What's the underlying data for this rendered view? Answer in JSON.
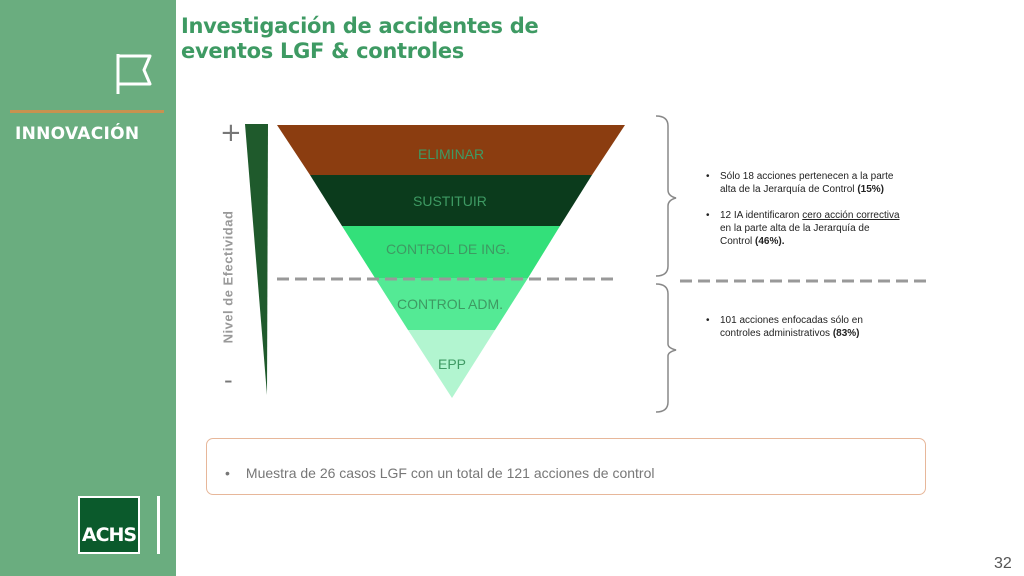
{
  "sidebar": {
    "section_label": "INNOVACIÓN",
    "logo_text": "ACHS",
    "flag_icon": "flag-icon"
  },
  "title": {
    "line1": "Investigación de accidentes de",
    "line2": "eventos LGF & controles"
  },
  "pyramid": {
    "levels": [
      {
        "label": "ELIMINAR",
        "color": "#8b3d10"
      },
      {
        "label": "SUSTITUIR",
        "color": "#0b3b1c"
      },
      {
        "label": "CONTROL DE ING.",
        "color": "#33e07a"
      },
      {
        "label": "CONTROL ADM.",
        "color": "#54ea95"
      },
      {
        "label": "EPP",
        "color": "#b2f5d0"
      }
    ],
    "axis_label": "Nivel de Efectividad",
    "plus": "+",
    "minus": "-"
  },
  "notes": {
    "top": [
      {
        "pre": "Sólo 18 acciones pertenecen a la parte alta de la Jerarquía de Control ",
        "bold": "(15%)"
      },
      {
        "pre": "12 IA identificaron ",
        "underline": "cero acción correctiva ",
        "post": "en la parte alta de la Jerarquía de Control ",
        "bold": "(46%)."
      }
    ],
    "bottom": [
      {
        "pre": "101 acciones enfocadas sólo en controles administrativos ",
        "bold": "(83%)"
      }
    ]
  },
  "summary": "Muestra de 26 casos LGF con un total de 121 acciones de control",
  "page_number": "32",
  "colors": {
    "sidebar": "#6aad7f",
    "title": "#3e9a63",
    "accent_line": "#c8924f",
    "logo": "#0b5a2c"
  }
}
